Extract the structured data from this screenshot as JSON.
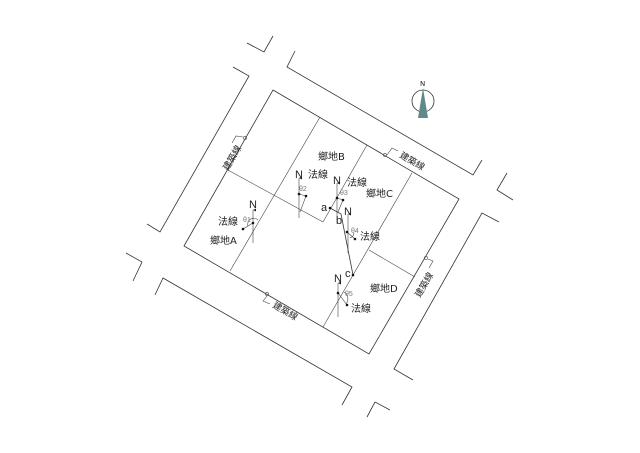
{
  "compass": {
    "label": "N",
    "color": "#5f8a8c"
  },
  "road_label": "建築線",
  "lots": {
    "a": "鄉地A",
    "b": "鄉地B",
    "c": "鄉地C",
    "d": "鄉地D"
  },
  "normal_label": "法線",
  "north_label": "N",
  "angles": {
    "t1": "θ1",
    "t2": "θ2",
    "t3": "θ3",
    "t4": "θ4",
    "t5": "θ5"
  },
  "points": {
    "a": "a",
    "b": "b",
    "c": "c"
  }
}
